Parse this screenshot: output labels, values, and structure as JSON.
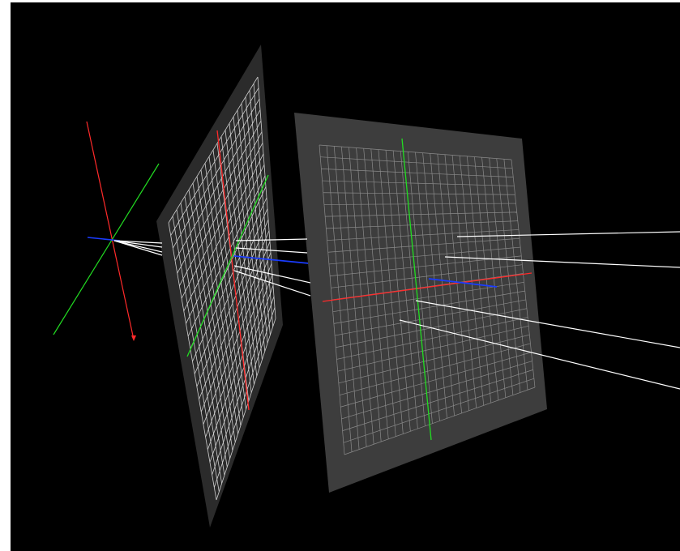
{
  "scene": {
    "background_color": "#000000",
    "frame_color": "#ffffff",
    "axis_colors": {
      "x": "#ff2a2a",
      "y": "#22dd22",
      "z": "#1a3cff"
    },
    "ray_color": "#ffffff",
    "plane_colors": {
      "near_border": "#2b2b2b",
      "near_grid": "#cfcfcf",
      "far_border": "#3d3d3d",
      "far_grid": "#8a8a8a"
    },
    "objects": [
      "camera-origin-axes",
      "near-image-plane",
      "far-image-plane",
      "projection-rays"
    ]
  }
}
